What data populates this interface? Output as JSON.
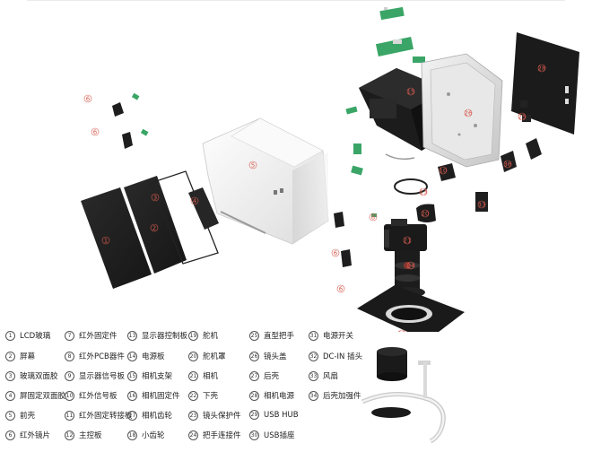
{
  "callouts": {
    "c1": "1",
    "c2": "2",
    "c3": "3",
    "c4": "4",
    "c5": "5",
    "c6a": "6",
    "c6b": "6",
    "c6c": "6",
    "c6d": "6",
    "c8": "8",
    "c10": "10",
    "c13": "13",
    "c15": "15",
    "c20": "20",
    "c21": "21",
    "c22": "22",
    "c24": "24",
    "c25": "25",
    "c26": "26",
    "c28": "28",
    "c33": "33",
    "c36": "36"
  },
  "legend": [
    {
      "num": "1",
      "label": "LCD玻璃"
    },
    {
      "num": "2",
      "label": "屏幕"
    },
    {
      "num": "3",
      "label": "玻璃双面胶"
    },
    {
      "num": "4",
      "label": "屏固定双面胶"
    },
    {
      "num": "5",
      "label": "前壳"
    },
    {
      "num": "6",
      "label": "红外镜片"
    },
    {
      "num": "7",
      "label": "红外固定件"
    },
    {
      "num": "8",
      "label": "红外PCB器件"
    },
    {
      "num": "9",
      "label": "显示器信号板"
    },
    {
      "num": "10",
      "label": "红外信号板"
    },
    {
      "num": "11",
      "label": "红外固定转接板"
    },
    {
      "num": "12",
      "label": "主控板"
    },
    {
      "num": "13",
      "label": "显示器控制板"
    },
    {
      "num": "14",
      "label": "电源板"
    },
    {
      "num": "15",
      "label": "相机支架"
    },
    {
      "num": "16",
      "label": "相机固定件"
    },
    {
      "num": "17",
      "label": "相机齿轮"
    },
    {
      "num": "18",
      "label": "小齿轮"
    },
    {
      "num": "19",
      "label": "舵机"
    },
    {
      "num": "20",
      "label": "舵机罩"
    },
    {
      "num": "21",
      "label": "相机"
    },
    {
      "num": "22",
      "label": "下壳"
    },
    {
      "num": "23",
      "label": "镜头保护件"
    },
    {
      "num": "24",
      "label": "把手连接件"
    },
    {
      "num": "25",
      "label": "直型把手"
    },
    {
      "num": "26",
      "label": "镜头盖"
    },
    {
      "num": "27",
      "label": "后壳"
    },
    {
      "num": "28",
      "label": "相机电源"
    },
    {
      "num": "29",
      "label": "USB HUB"
    },
    {
      "num": "30",
      "label": "USB插座"
    },
    {
      "num": "31",
      "label": "电源开关"
    },
    {
      "num": "32",
      "label": "DC-IN 插头"
    },
    {
      "num": "33",
      "label": "风扇"
    },
    {
      "num": "34",
      "label": "后壳加强件"
    }
  ],
  "colors": {
    "callout": "#d65b4f",
    "panel": "#222222",
    "pcb": "#3aa566",
    "shell": "#f4f4f4",
    "metal": "#b8b8b8"
  }
}
